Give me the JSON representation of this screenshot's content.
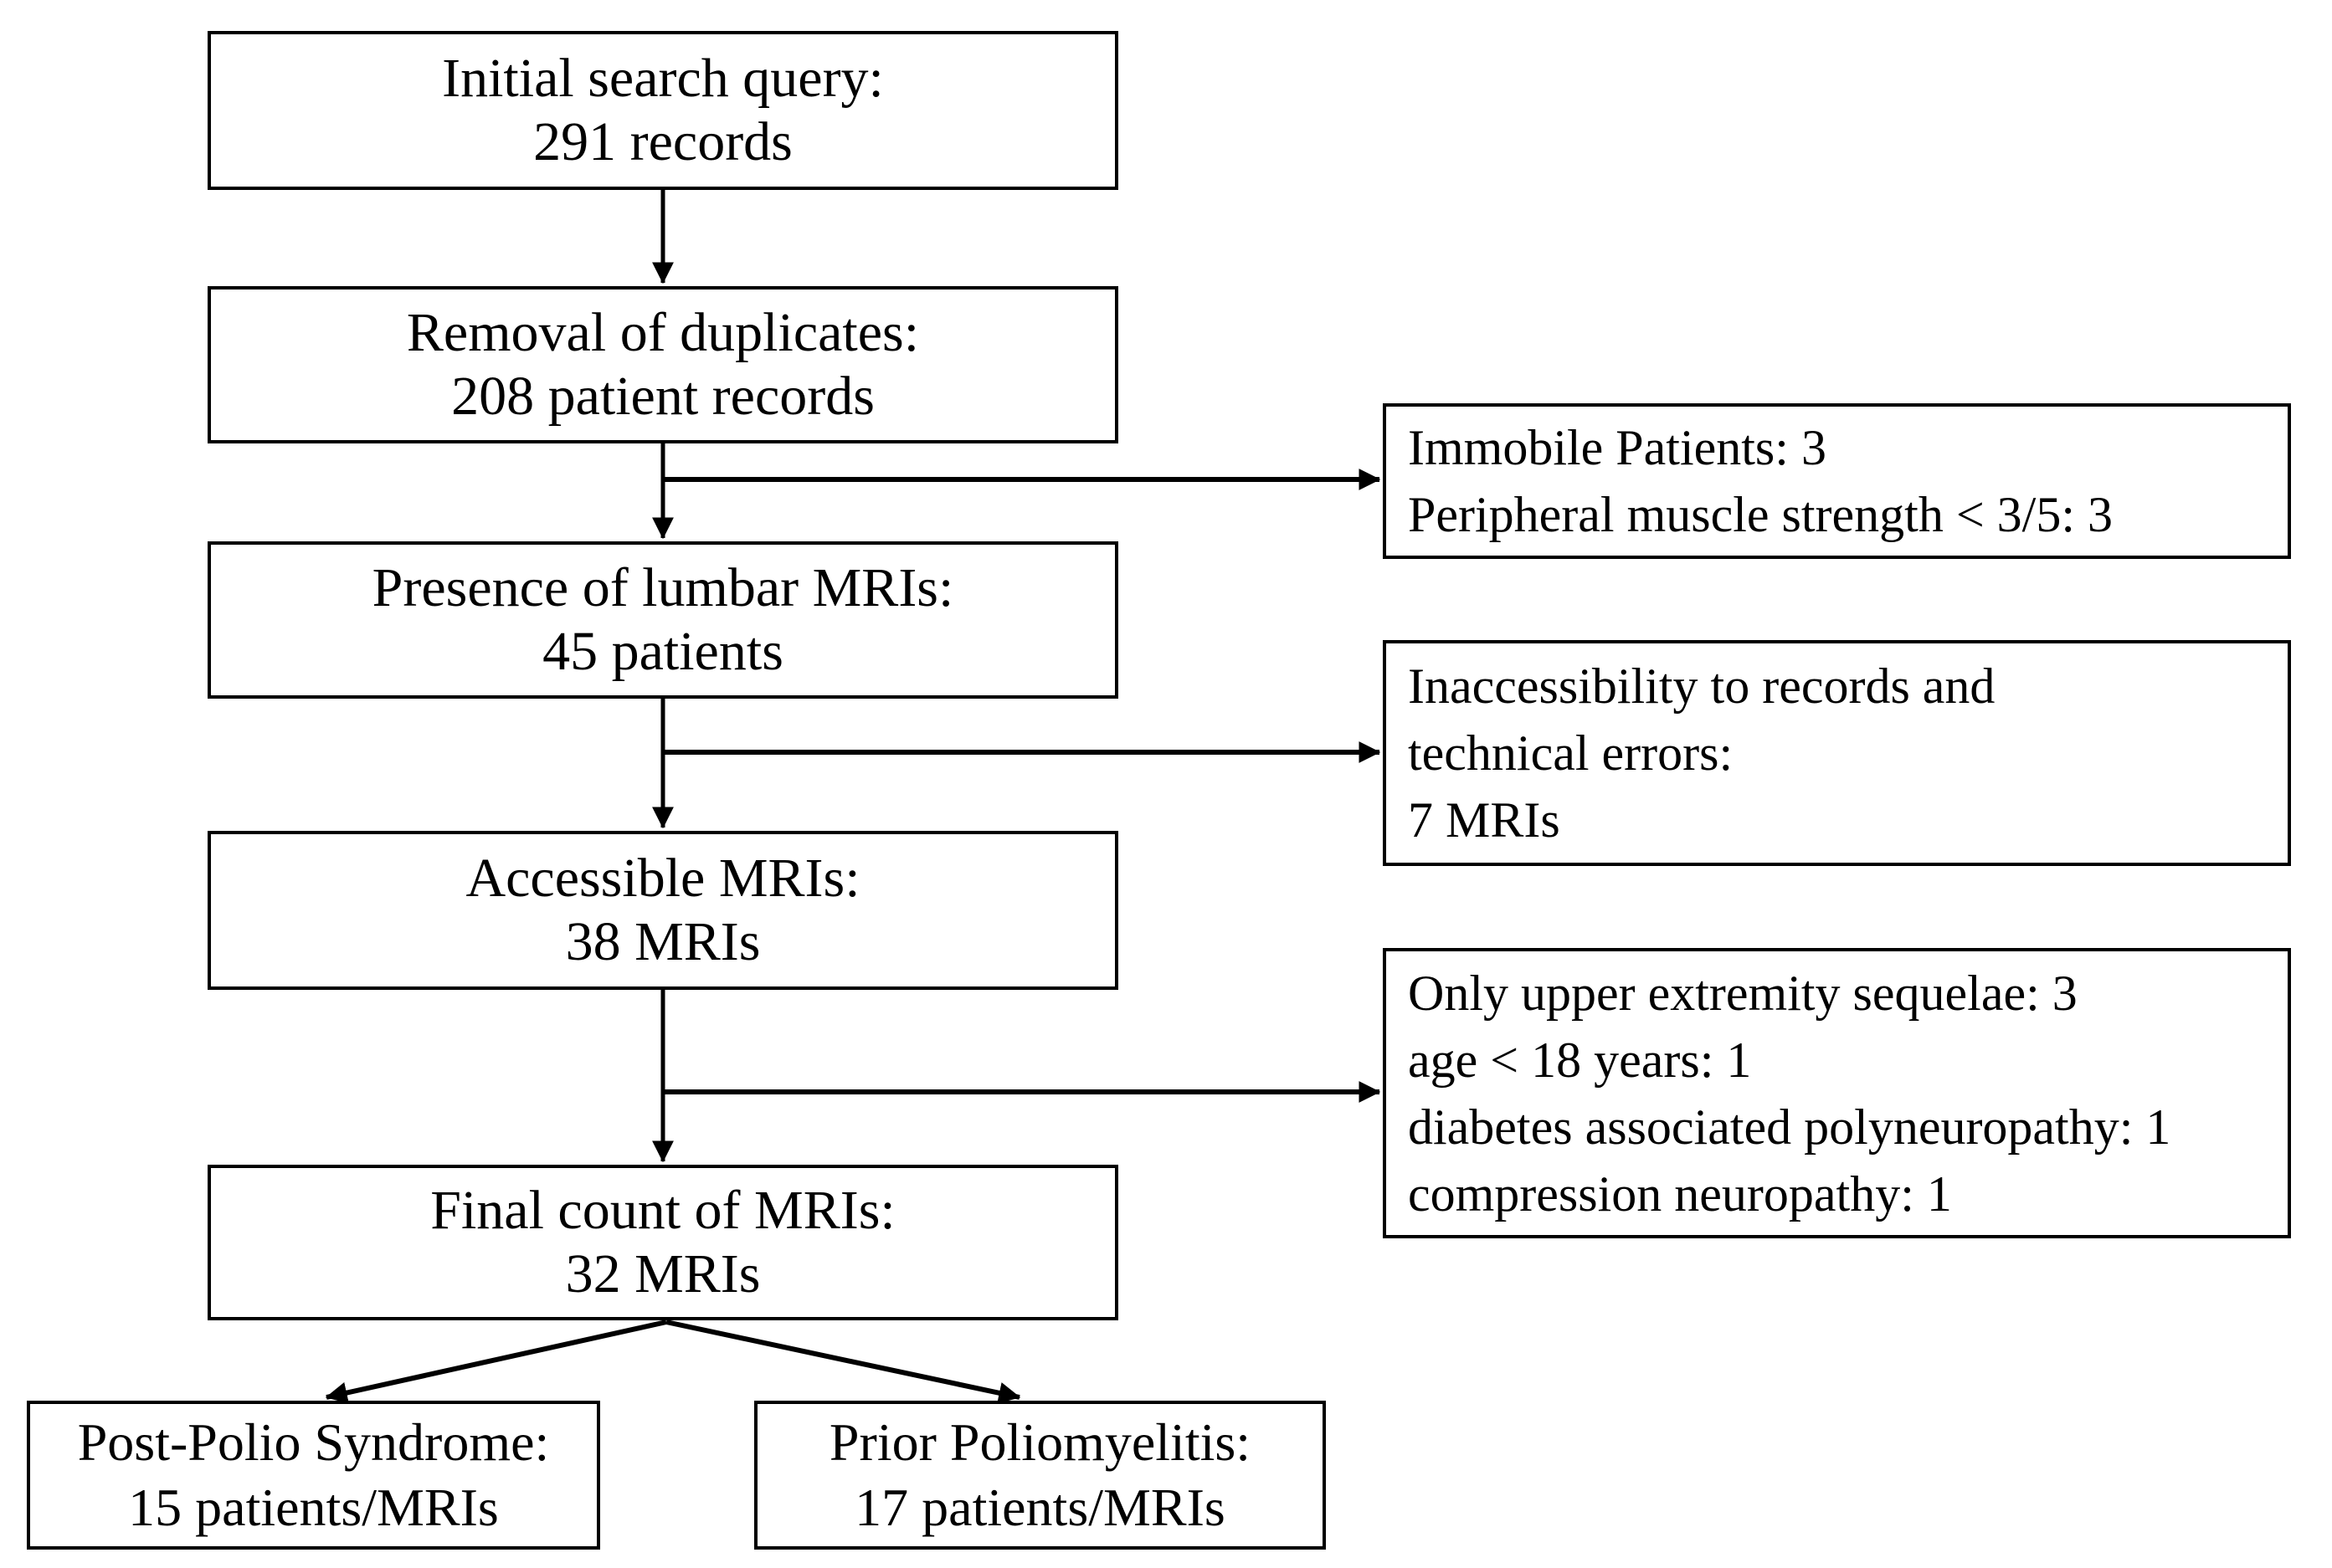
{
  "diagram": {
    "type": "flowchart",
    "description": "Study inclusion flow diagram for lumbar MRI records of polio patients"
  },
  "colors": {
    "background": "#ffffff",
    "border": "#000000",
    "text": "#000000",
    "arrow": "#000000"
  },
  "flow": {
    "main": [
      {
        "name": "initial-search",
        "lines": [
          "Initial search query:",
          "291 records"
        ]
      },
      {
        "name": "removal-duplicates",
        "lines": [
          "Removal of duplicates:",
          "208 patient records"
        ]
      },
      {
        "name": "lumbar-mris",
        "lines": [
          "Presence of lumbar MRIs:",
          "45 patients"
        ]
      },
      {
        "name": "accessible-mris",
        "lines": [
          "Accessible MRIs:",
          "38 MRIs"
        ]
      },
      {
        "name": "final-count",
        "lines": [
          "Final count of MRIs:",
          "32 MRIs"
        ]
      }
    ],
    "exclusions": [
      {
        "name": "immobile",
        "lines": [
          "Immobile Patients: 3",
          "Peripheral muscle strength < 3/5: 3"
        ]
      },
      {
        "name": "inaccessibility",
        "lines": [
          "Inaccessibility to records and",
          "technical errors:",
          "7 MRIs"
        ]
      },
      {
        "name": "other-exclusions",
        "lines": [
          "Only upper extremity sequelae: 3",
          "age < 18 years: 1",
          "diabetes associated polyneuropathy: 1",
          "compression neuropathy: 1"
        ]
      }
    ],
    "outcomes": [
      {
        "name": "post-polio-syndrome",
        "lines": [
          "Post-Polio Syndrome:",
          "15 patients/MRIs"
        ]
      },
      {
        "name": "prior-poliomyelitis",
        "lines": [
          "Prior Poliomyelitis:",
          "17 patients/MRIs"
        ]
      }
    ]
  }
}
